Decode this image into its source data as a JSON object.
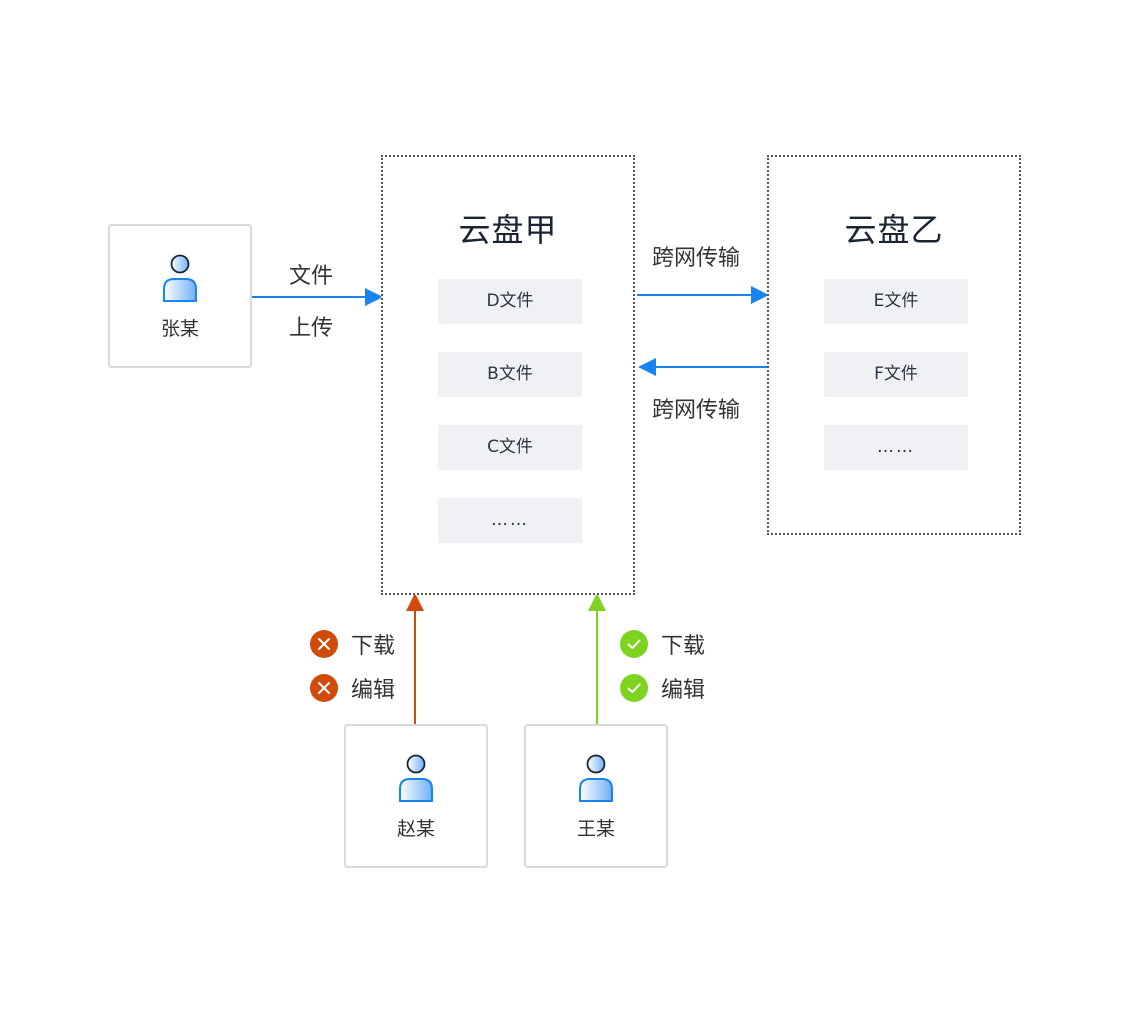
{
  "colors": {
    "blue_arrow": "#1784f2",
    "deny": "#d04a0a",
    "allow": "#7ed321",
    "box_border": "#d9d9d9",
    "file_bg": "#eff1f5"
  },
  "users": {
    "zhang": {
      "name": "张某",
      "icon": "user-icon"
    },
    "zhao": {
      "name": "赵某",
      "icon": "user-icon"
    },
    "wang": {
      "name": "王某",
      "icon": "user-icon"
    }
  },
  "upload": {
    "line1": "文件",
    "line2": "上传"
  },
  "disk_a": {
    "title": "云盘甲",
    "files": [
      "D文件",
      "B文件",
      "C文件",
      "……"
    ]
  },
  "disk_b": {
    "title": "云盘乙",
    "files": [
      "E文件",
      "F文件",
      "……"
    ]
  },
  "transfer": {
    "top_label": "跨网传输",
    "bottom_label": "跨网传输"
  },
  "permissions": {
    "zhao": [
      {
        "label": "下载",
        "status": "denied",
        "icon": "x-circle-icon"
      },
      {
        "label": "编辑",
        "status": "denied",
        "icon": "x-circle-icon"
      }
    ],
    "wang": [
      {
        "label": "下载",
        "status": "allowed",
        "icon": "check-circle-icon"
      },
      {
        "label": "编辑",
        "status": "allowed",
        "icon": "check-circle-icon"
      }
    ]
  }
}
